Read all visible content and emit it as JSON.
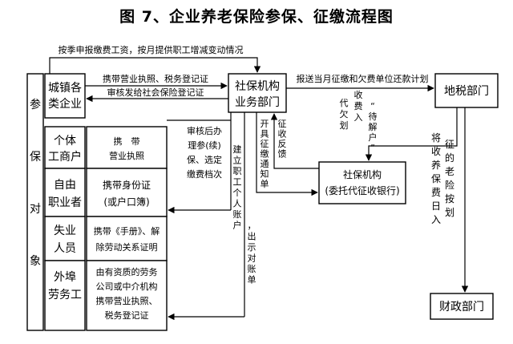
{
  "title": "图 7、企业养老保险参保、征缴流程图",
  "nodes": {
    "subjects": [
      "参",
      "保",
      "对",
      "象"
    ],
    "urban_enterprise": [
      "城镇各",
      "类企业"
    ],
    "individual": [
      "个体",
      "工商户"
    ],
    "freelance": [
      "自由",
      "职业者"
    ],
    "unemployed": [
      "失业",
      "人员"
    ],
    "migrant": [
      "外埠",
      "劳务工"
    ],
    "agency_top": [
      "社保机构",
      "业务部门"
    ],
    "agency_bank": [
      "社保机构",
      "(委托代征收银行)"
    ],
    "tax": "地税部门",
    "finance": "财政部门"
  },
  "docs": {
    "individual": [
      "携　带",
      "营业执照"
    ],
    "freelance": [
      "携带身份证",
      "(或户口簿)"
    ],
    "unemployed": [
      "携带《手册》、解",
      "除劳动关系证明"
    ],
    "migrant": [
      "由有资质的劳务",
      "公司或中介机构",
      "携带营业执照、",
      "税务登记证"
    ]
  },
  "labels": {
    "top_report": "按季申报缴费工资，按月提供职工增减变动情况",
    "carry_license": "携带营业执照、税务登记证",
    "issue_card": "审核发给社会保险登记证",
    "review": [
      "审核后办",
      "理参(续)",
      "保、选定",
      "缴费档次"
    ],
    "account_cols": [
      [
        "建",
        "立",
        "职",
        "工",
        "个",
        "人",
        "账",
        "户"
      ],
      [
        "，",
        "出",
        "示",
        "对",
        "账",
        "单"
      ]
    ],
    "issue_notice": [
      "开",
      "具",
      "征",
      "缴",
      "通",
      "知",
      "单"
    ],
    "collect_feedback": [
      "征",
      "收",
      "反",
      "馈"
    ],
    "monthly_report": "报送当月征缴和欠费单位还款计划",
    "arrears": [
      [
        "代",
        "欠",
        "划"
      ],
      [
        "收",
        "费",
        "入"
      ],
      [
        "“",
        "待",
        "解",
        "户",
        "”"
      ]
    ],
    "transfer": [
      [
        "将",
        "收",
        "养",
        "保",
        "费",
        "日",
        "入"
      ],
      [
        "征",
        "的",
        "老",
        "险",
        "按",
        "划"
      ]
    ]
  },
  "colors": {
    "stroke": "#000000",
    "background": "#ffffff"
  }
}
